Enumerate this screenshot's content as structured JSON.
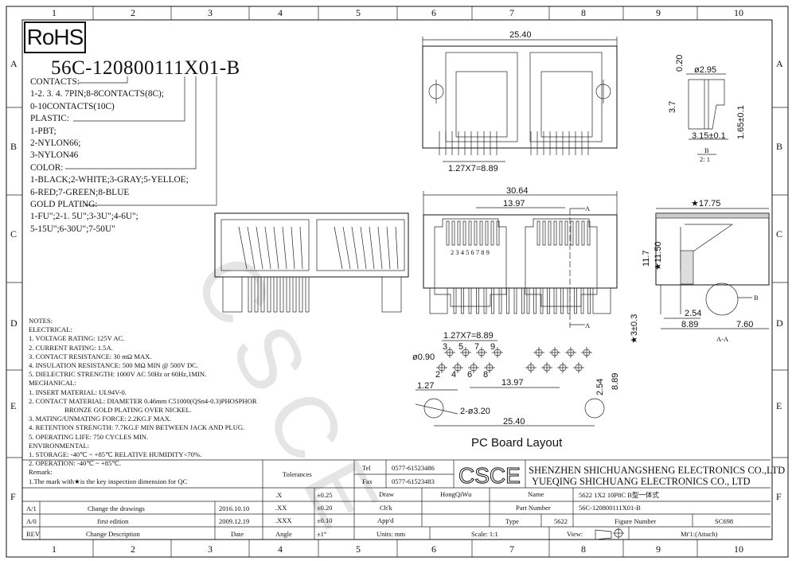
{
  "grid": {
    "columns": [
      "1",
      "2",
      "3",
      "4",
      "5",
      "6",
      "7",
      "8",
      "9",
      "10"
    ],
    "rows": [
      "A",
      "B",
      "C",
      "D",
      "E",
      "F"
    ]
  },
  "rohs": "RoHS",
  "watermark": "CSCE",
  "part_code": "56C-120800111X01-B",
  "legend": [
    "CONTACTS:",
    "1-2. 3. 4. 7PIN;8-8CONTACTS(8C);",
    "0-10CONTACTS(10C)",
    "PLASTIC:",
    "1-PBT;",
    "2-NYLON66;",
    "3-NYLON46",
    "COLOR:",
    "1-BLACK;2-WHITE;3-GRAY;5-YELLOE;",
    "6-RED;7-GREEN;8-BLUE",
    "GOLD PLATING:",
    "1-FU\";2-1. 5U\";3-3U\";4-6U\";",
    "5-15U\";6-30U\";7-50U\""
  ],
  "notes": [
    "NOTES:",
    "ELECTRICAL:",
    "1. VOLTAGE RATING: 125V AC.",
    "2. CURRENT RATING: 1.5A.",
    "3. CONTACT RESISTANCE: 30 mΩ MAX.",
    "4. INSULATION RESISTANCE: 500 MΩ MIN @ 500V DC.",
    "5. DIELECTRIC STRENGTH: 1000V AC 50Hz or 60Hz,1MIN.",
    "MECHANICAL:",
    "1. INSERT MATERIAL: UL94V-0.",
    "2. CONTACT MATERIAL: DIAMETER 0.46mm C51000(QSn4-0.3)PHOSPHOR",
    "                     BRONZE GOLD PLATING OVER NICKEL.",
    "3. MATING/UNMATING FORCE: 2.2KG.F MAX.",
    "4. RETENTION STRENGTH: 7.7KG.F MIN BETWEEN JACK AND PLUG.",
    "5. OPERATING LIFE: 750 CYCLES MIN.",
    "ENVIRONMENTAL:",
    "1. STORAGE: -40℃ ~ +85℃ RELATIVE HUMIDITY<70%.",
    "2. OPERATION: -40℃ ~ +85℃.",
    "Remark:",
    "1.The mark with★is the key inspection dimension for QC"
  ],
  "top_view": {
    "width": "25.40",
    "pitch": "1.27X7=8.89"
  },
  "front_view": {
    "width": "30.64",
    "spacing": "13.97",
    "pin_numbers": "2 3 4 5 6 7 8 9",
    "section_mark": "A"
  },
  "detail_b": {
    "d1": "0.20",
    "d2": "ø2.95",
    "d3": "3.7",
    "d4": "1.65±0.1",
    "d5": "3.15±0.1",
    "label": "B",
    "scale": "2: 1"
  },
  "section_aa": {
    "depth": "★17.75",
    "h1": "11.7",
    "h2": "★11.50",
    "d1": "2.54",
    "d2": "8.89",
    "d3": "7.60",
    "pin": "★3±0.3",
    "label": "A-A",
    "detail": "B"
  },
  "pcb": {
    "title": "PC Board Layout",
    "pitch": "1.27X7=8.89",
    "hole": "ø0.90",
    "top_pins": [
      "3",
      "5",
      "7",
      "9"
    ],
    "bottom_pins": [
      "2",
      "4",
      "6",
      "8"
    ],
    "offset": "1.27",
    "spacing": "13.97",
    "row": "2.54",
    "depth": "8.89",
    "mount": "2-ø3.20",
    "width": "25.40"
  },
  "title_block": {
    "tolerances": "Tolerances",
    "tel_label": "Tel",
    "tel": "0577-61523486",
    "fax_label": "Fax",
    "fax": "0577-61523483",
    "logo": "CSCE",
    "company1": "SHENZHEN SHICHUANGSHENG ELECTRONICS CO.,LTD",
    "company2": "YUEQING SHICHUANG ELECTRONICS CO., LTD",
    "tol_rows": [
      {
        "k": ".X",
        "v": "±0.25"
      },
      {
        "k": ".XX",
        "v": "±0.20"
      },
      {
        "k": ".XXX",
        "v": "±0.10"
      },
      {
        "k": "Angle",
        "v": "±1°"
      }
    ],
    "draw_label": "Draw",
    "draw": "HongQiWu",
    "chk_label": "Ch'k",
    "app_label": "App'd",
    "name_label": "Name",
    "name": "5622 1X2 10P8C B型一体式",
    "part_label": "Part Number",
    "part": "56C-120800111X01-B",
    "type_label": "Type",
    "type": "5622",
    "figure_label": "Figure Number",
    "figure": "SC698",
    "units": "Units: mm",
    "scale": "Scale: 1:1",
    "view": "View:",
    "material": "Mt'1:(Attach)",
    "revisions": [
      {
        "rev": "A/1",
        "desc": "Change the drawings",
        "date": "2016.10.10"
      },
      {
        "rev": "A/0",
        "desc": "first edition",
        "date": "2009.12.19"
      },
      {
        "rev": "REV",
        "desc": "Change Description",
        "date": "Date"
      }
    ]
  }
}
